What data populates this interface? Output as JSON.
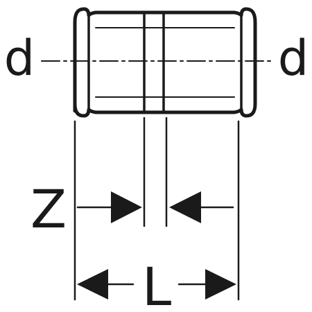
{
  "labels": {
    "diameter_left": "d",
    "diameter_right": "d",
    "insertion_depth": "Z",
    "overall_length": "L"
  },
  "colors": {
    "stroke": "#1a1a1a",
    "background": "#ffffff"
  }
}
